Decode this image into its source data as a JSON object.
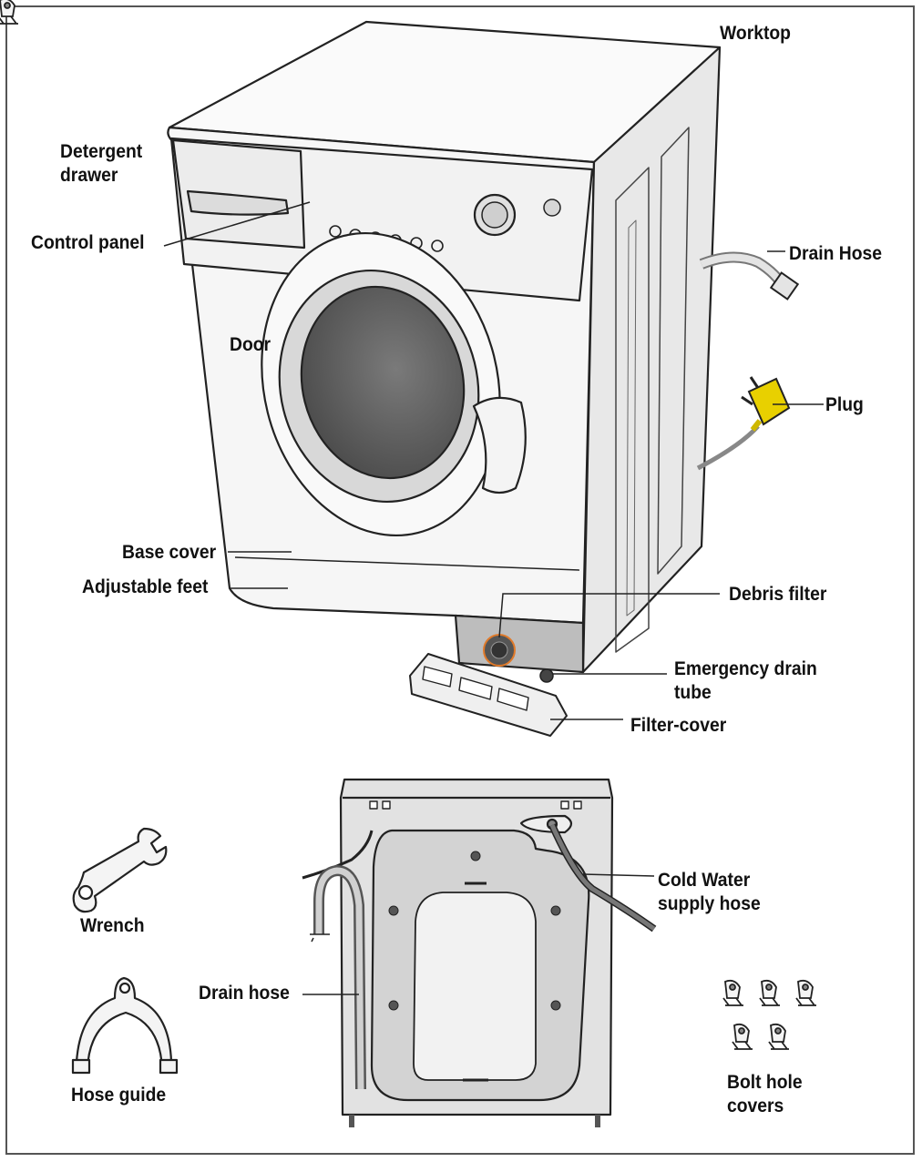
{
  "labels": {
    "worktop": "Worktop",
    "detergent_drawer_1": "Detergent",
    "detergent_drawer_2": "drawer",
    "control_panel": "Control panel",
    "drain_hose_top": "Drain Hose",
    "door": "Door",
    "plug": "Plug",
    "base_cover": "Base cover",
    "adjustable_feet": "Adjustable feet",
    "debris_filter": "Debris filter",
    "emergency_drain_1": "Emergency drain",
    "emergency_drain_2": "tube",
    "filter_cover": "Filter-cover",
    "cold_water_1": "Cold Water",
    "cold_water_2": "supply hose",
    "wrench": "Wrench",
    "drain_hose_back": "Drain hose",
    "hose_guide": "Hose guide",
    "bolt_hole_1": "Bolt hole",
    "bolt_hole_2": "covers"
  },
  "colors": {
    "line": "#222222",
    "body_fill": "#f6f6f6",
    "side_fill": "#e6e6e6",
    "glass": "#6e6e6e",
    "back_panel": "#dcdcdc",
    "plug_yellow": "#e8d000",
    "filter_orange": "#e07a2a"
  },
  "icons": [
    "wrench-icon",
    "hose-guide-icon",
    "bolt-hole-cover-icon"
  ]
}
